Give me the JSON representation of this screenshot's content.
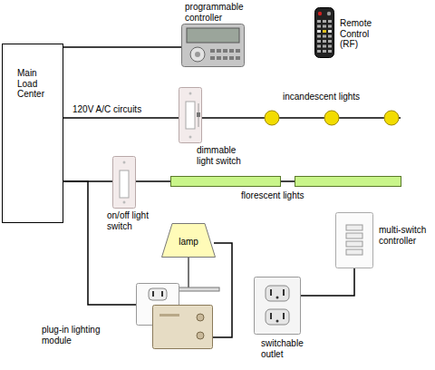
{
  "diagram": {
    "nodes": [
      {
        "text": [
          "Main Load Center"
        ]
      },
      {
        "text": [
          "programmable controller"
        ]
      },
      {
        "text": [
          "Remote Control (RF)"
        ]
      },
      {
        "text": [
          "dimmable light switch"
        ]
      },
      {
        "text": [
          "incandescent lights"
        ]
      },
      {
        "text": [
          "on/off light switch"
        ]
      },
      {
        "text": [
          "florescent lights"
        ]
      },
      {
        "text": [
          "lamp"
        ]
      },
      {
        "text": [
          "plug-in lighting module"
        ]
      },
      {
        "text": [
          "switchable outlet"
        ]
      },
      {
        "text": [
          "multi-switch controller"
        ]
      }
    ],
    "edges": [
      {
        "from": 0,
        "to": 1,
        "arrow": "none"
      },
      {
        "from": 0,
        "to": 3,
        "arrow": "none"
      },
      {
        "from": 3,
        "to": 4,
        "arrow": "none"
      },
      {
        "from": 0,
        "to": 5,
        "arrow": "none"
      },
      {
        "from": 5,
        "to": 6,
        "arrow": "none"
      },
      {
        "from": 0,
        "to": 8,
        "arrow": "none"
      },
      {
        "from": 7,
        "to": 8,
        "arrow": "none"
      },
      {
        "from": 9,
        "to": 10,
        "arrow": "none"
      }
    ],
    "labels": [
      "120V A/C circuits"
    ]
  }
}
